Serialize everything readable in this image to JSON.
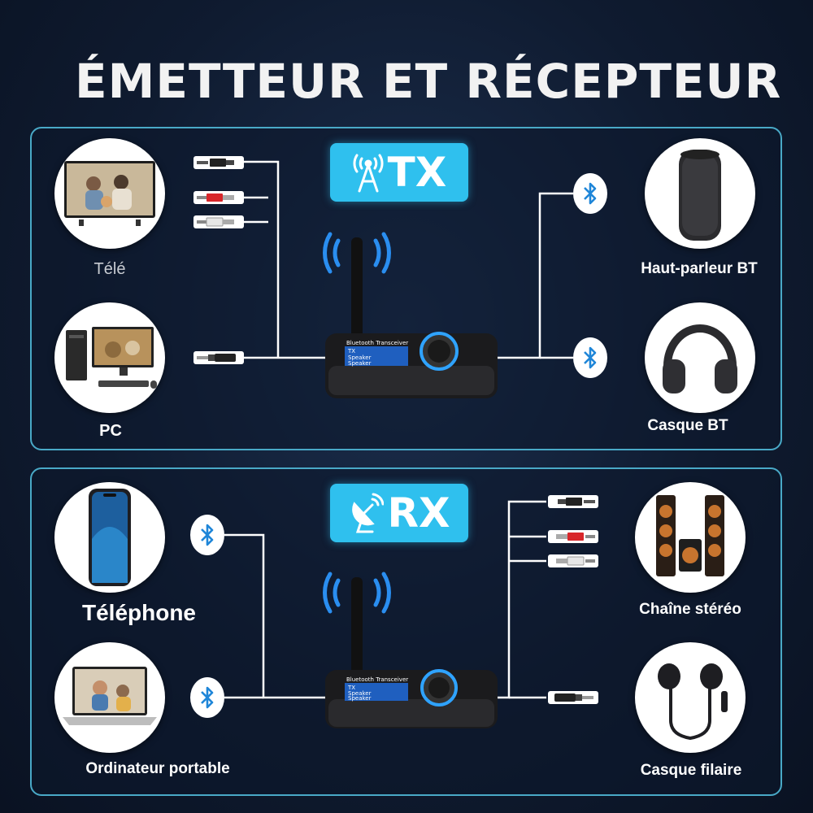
{
  "title": "ÉMETTEUR ET RÉCEPTEUR",
  "tx": {
    "badge": "TX",
    "device_screen": {
      "brand": "Bluetooth Transceiver",
      "line1": "TX",
      "line2": "Speaker",
      "line3": "Speaker"
    },
    "sources": [
      {
        "label": "Télé"
      },
      {
        "label": "PC"
      }
    ],
    "outputs": [
      {
        "label": "Haut-parleur BT"
      },
      {
        "label": "Casque BT"
      }
    ]
  },
  "rx": {
    "badge": "RX",
    "device_screen": {
      "brand": "Bluetooth Transceiver",
      "line1": "TX",
      "line2": "Speaker",
      "line3": "Speaker"
    },
    "sources": [
      {
        "label": "Téléphone"
      },
      {
        "label": "Ordinateur portable"
      }
    ],
    "outputs": [
      {
        "label": "Chaîne stéréo"
      },
      {
        "label": "Casque filaire"
      }
    ]
  },
  "colors": {
    "accent": "#2fc0ee",
    "panel_border": "#49a9c7",
    "bluetooth": "#1f86d8",
    "background": "#0f1b30"
  },
  "icons": [
    "antenna-tower-icon",
    "satellite-dish-icon",
    "bluetooth-icon",
    "wifi-waves-icon"
  ]
}
